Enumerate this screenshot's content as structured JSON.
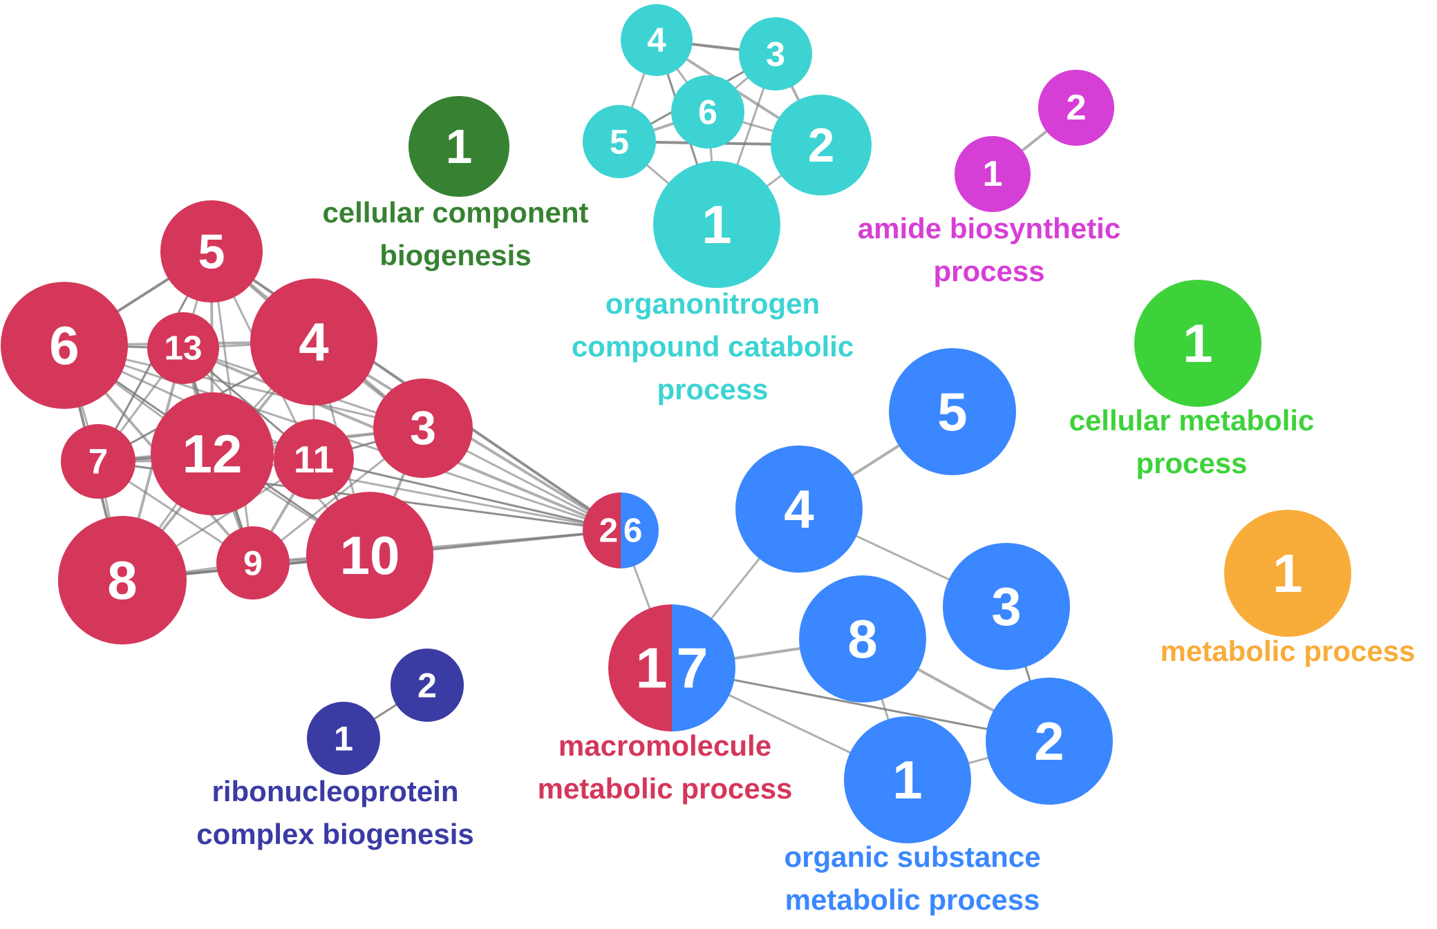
{
  "colors": {
    "red": "#d4375a",
    "cyan": "#3dd3d3",
    "blue": "#3a87ff",
    "dark_green": "#378232",
    "magenta": "#d63fd6",
    "green": "#3ed23a",
    "orange": "#f8ac3a",
    "navy": "#3a3ba3",
    "edge": "#7a7a7a"
  },
  "clusters": [
    {
      "id": "red",
      "color_key": "red",
      "label": [
        "macromolecule",
        "metabolic process"
      ]
    },
    {
      "id": "cyan",
      "color_key": "cyan",
      "label": [
        "organonitrogen",
        "compound catabolic",
        "process"
      ]
    },
    {
      "id": "blue",
      "color_key": "blue",
      "label": [
        "organic substance",
        "metabolic process"
      ]
    },
    {
      "id": "dark_green",
      "color_key": "dark_green",
      "label": [
        "cellular component",
        "biogenesis"
      ]
    },
    {
      "id": "magenta",
      "color_key": "magenta",
      "label": [
        "amide biosynthetic",
        "process"
      ]
    },
    {
      "id": "green",
      "color_key": "green",
      "label": [
        "cellular metabolic",
        "process"
      ]
    },
    {
      "id": "orange",
      "color_key": "orange",
      "label": [
        "metabolic process"
      ]
    },
    {
      "id": "navy",
      "color_key": "navy",
      "label": [
        "ribonucleoprotein",
        "complex biogenesis"
      ]
    }
  ],
  "nodes": [
    {
      "id": "r5",
      "num": "5",
      "cluster": "red"
    },
    {
      "id": "r6",
      "num": "6",
      "cluster": "red"
    },
    {
      "id": "r13",
      "num": "13",
      "cluster": "red"
    },
    {
      "id": "r4",
      "num": "4",
      "cluster": "red"
    },
    {
      "id": "r3",
      "num": "3",
      "cluster": "red"
    },
    {
      "id": "r7",
      "num": "7",
      "cluster": "red"
    },
    {
      "id": "r12",
      "num": "12",
      "cluster": "red"
    },
    {
      "id": "r11",
      "num": "11",
      "cluster": "red"
    },
    {
      "id": "r8",
      "num": "8",
      "cluster": "red"
    },
    {
      "id": "r9",
      "num": "9",
      "cluster": "red"
    },
    {
      "id": "r10",
      "num": "10",
      "cluster": "red"
    },
    {
      "id": "c4",
      "num": "4",
      "cluster": "cyan"
    },
    {
      "id": "c3",
      "num": "3",
      "cluster": "cyan"
    },
    {
      "id": "c6",
      "num": "6",
      "cluster": "cyan"
    },
    {
      "id": "c5",
      "num": "5",
      "cluster": "cyan"
    },
    {
      "id": "c2",
      "num": "2",
      "cluster": "cyan"
    },
    {
      "id": "c1",
      "num": "1",
      "cluster": "cyan"
    },
    {
      "id": "g1",
      "num": "1",
      "cluster": "dark_green"
    },
    {
      "id": "m2",
      "num": "2",
      "cluster": "magenta"
    },
    {
      "id": "m1",
      "num": "1",
      "cluster": "magenta"
    },
    {
      "id": "lg1",
      "num": "1",
      "cluster": "green"
    },
    {
      "id": "o1",
      "num": "1",
      "cluster": "orange"
    },
    {
      "id": "n2",
      "num": "2",
      "cluster": "navy"
    },
    {
      "id": "n1",
      "num": "1",
      "cluster": "navy"
    },
    {
      "id": "b5",
      "num": "5",
      "cluster": "blue"
    },
    {
      "id": "b4",
      "num": "4",
      "cluster": "blue"
    },
    {
      "id": "b3",
      "num": "3",
      "cluster": "blue"
    },
    {
      "id": "b8",
      "num": "8",
      "cluster": "blue"
    },
    {
      "id": "b2",
      "num": "2",
      "cluster": "blue"
    },
    {
      "id": "b1",
      "num": "1",
      "cluster": "blue"
    },
    {
      "id": "s26",
      "nums": [
        "2",
        "6"
      ],
      "clusters": [
        "red",
        "blue"
      ]
    },
    {
      "id": "s17",
      "nums": [
        "1",
        "7"
      ],
      "clusters": [
        "red",
        "blue"
      ]
    }
  ],
  "edges": [
    [
      "r5",
      "r6"
    ],
    [
      "r5",
      "r13"
    ],
    [
      "r5",
      "r4"
    ],
    [
      "r5",
      "r12"
    ],
    [
      "r5",
      "r7"
    ],
    [
      "r5",
      "r11"
    ],
    [
      "r5",
      "r3"
    ],
    [
      "r5",
      "r9"
    ],
    [
      "r6",
      "r13"
    ],
    [
      "r6",
      "r4"
    ],
    [
      "r6",
      "r12"
    ],
    [
      "r6",
      "r7"
    ],
    [
      "r6",
      "r8"
    ],
    [
      "r6",
      "r11"
    ],
    [
      "r6",
      "r3"
    ],
    [
      "r6",
      "r9"
    ],
    [
      "r6",
      "r10"
    ],
    [
      "r13",
      "r4"
    ],
    [
      "r13",
      "r12"
    ],
    [
      "r13",
      "r7"
    ],
    [
      "r13",
      "r11"
    ],
    [
      "r13",
      "r8"
    ],
    [
      "r13",
      "r3"
    ],
    [
      "r13",
      "r10"
    ],
    [
      "r13",
      "r9"
    ],
    [
      "r4",
      "r12"
    ],
    [
      "r4",
      "r11"
    ],
    [
      "r4",
      "r3"
    ],
    [
      "r4",
      "r7"
    ],
    [
      "r4",
      "r10"
    ],
    [
      "r4",
      "r8"
    ],
    [
      "r3",
      "r12"
    ],
    [
      "r3",
      "r11"
    ],
    [
      "r3",
      "r10"
    ],
    [
      "r3",
      "r7"
    ],
    [
      "r3",
      "r9"
    ],
    [
      "r7",
      "r12"
    ],
    [
      "r7",
      "r8"
    ],
    [
      "r7",
      "r9"
    ],
    [
      "r7",
      "r11"
    ],
    [
      "r12",
      "r11"
    ],
    [
      "r12",
      "r8"
    ],
    [
      "r12",
      "r9"
    ],
    [
      "r12",
      "r10"
    ],
    [
      "r11",
      "r10"
    ],
    [
      "r11",
      "r9"
    ],
    [
      "r11",
      "r8"
    ],
    [
      "r8",
      "r9"
    ],
    [
      "r8",
      "r10"
    ],
    [
      "r9",
      "r10"
    ],
    [
      "s26",
      "r3"
    ],
    [
      "s26",
      "r4"
    ],
    [
      "s26",
      "r11"
    ],
    [
      "s26",
      "r12"
    ],
    [
      "s26",
      "r13"
    ],
    [
      "s26",
      "r6"
    ],
    [
      "s26",
      "r7"
    ],
    [
      "s26",
      "r8"
    ],
    [
      "s26",
      "r9"
    ],
    [
      "s26",
      "r10"
    ],
    [
      "s26",
      "r5"
    ],
    [
      "s26",
      "s17"
    ],
    [
      "s17",
      "b4"
    ],
    [
      "s17",
      "b8"
    ],
    [
      "s17",
      "b2"
    ],
    [
      "s17",
      "b1"
    ],
    [
      "b4",
      "b5"
    ],
    [
      "b4",
      "b3"
    ],
    [
      "b3",
      "b2"
    ],
    [
      "b8",
      "b2"
    ],
    [
      "b8",
      "b1"
    ],
    [
      "b2",
      "b1"
    ],
    [
      "c4",
      "c3"
    ],
    [
      "c4",
      "c6"
    ],
    [
      "c4",
      "c5"
    ],
    [
      "c4",
      "c2"
    ],
    [
      "c4",
      "c1"
    ],
    [
      "c3",
      "c6"
    ],
    [
      "c3",
      "c2"
    ],
    [
      "c3",
      "c1"
    ],
    [
      "c3",
      "c5"
    ],
    [
      "c6",
      "c5"
    ],
    [
      "c6",
      "c2"
    ],
    [
      "c6",
      "c1"
    ],
    [
      "c5",
      "c2"
    ],
    [
      "c5",
      "c1"
    ],
    [
      "c2",
      "c1"
    ],
    [
      "m1",
      "m2"
    ],
    [
      "n1",
      "n2"
    ]
  ]
}
